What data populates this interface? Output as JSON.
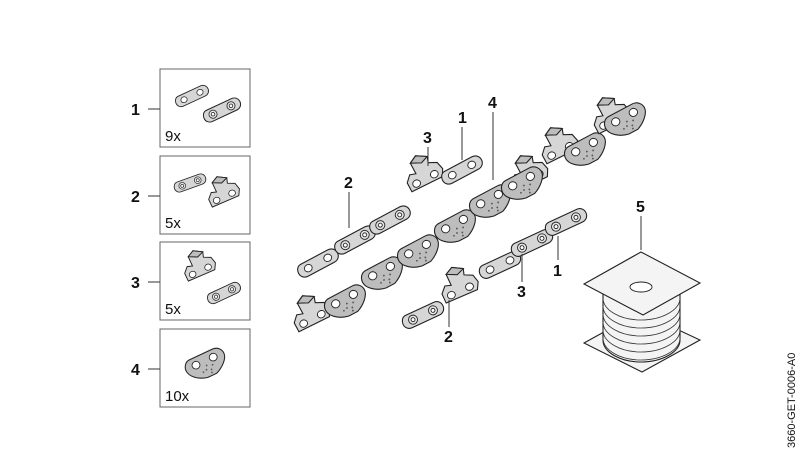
{
  "kit": [
    {
      "number": "1",
      "quantity": "9x"
    },
    {
      "number": "2",
      "quantity": "5x"
    },
    {
      "number": "3",
      "quantity": "5x"
    },
    {
      "number": "4",
      "quantity": "10x"
    }
  ],
  "callouts": {
    "c1_top": "1",
    "c3_top": "3",
    "c4_top": "4",
    "c2_left": "2",
    "c1_right": "1",
    "c3_bottom": "3",
    "c2_bottom": "2",
    "c5": "5"
  },
  "reference_code": "3660-GET-0006-A0"
}
